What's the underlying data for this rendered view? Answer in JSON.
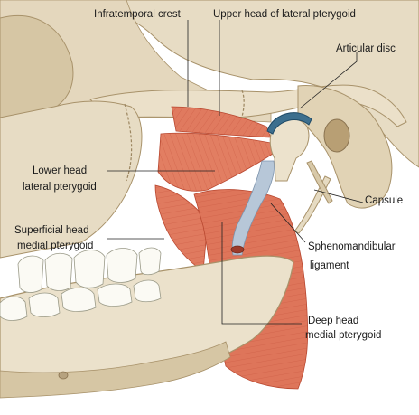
{
  "labels": {
    "infratemporal_crest": "Infratemporal crest",
    "upper_head_lateral_pterygoid": "Upper head of lateral pterygoid",
    "articular_disc": "Articular disc",
    "lower_head_lateral_pterygoid_line1": "Lower head",
    "lower_head_lateral_pterygoid_line2": "lateral pterygoid",
    "superficial_head_medial_pterygoid_line1": "Superficial head",
    "superficial_head_medial_pterygoid_line2": "medial pterygoid",
    "capsule": "Capsule",
    "sphenomandibular_ligament_line1": "Sphenomandibular",
    "sphenomandibular_ligament_line2": "ligament",
    "deep_head_medial_pterygoid_line1": "Deep head",
    "deep_head_medial_pterygoid_line2": "medial pterygoid"
  },
  "colors": {
    "bone": "#e7dcc4",
    "bone_shadow": "#c9b48f",
    "muscle": "#e07a5f",
    "muscle_dark": "#c4523a",
    "ligament": "#b7c7d8",
    "tooth": "#fbfaf4",
    "leader": "#222222"
  }
}
